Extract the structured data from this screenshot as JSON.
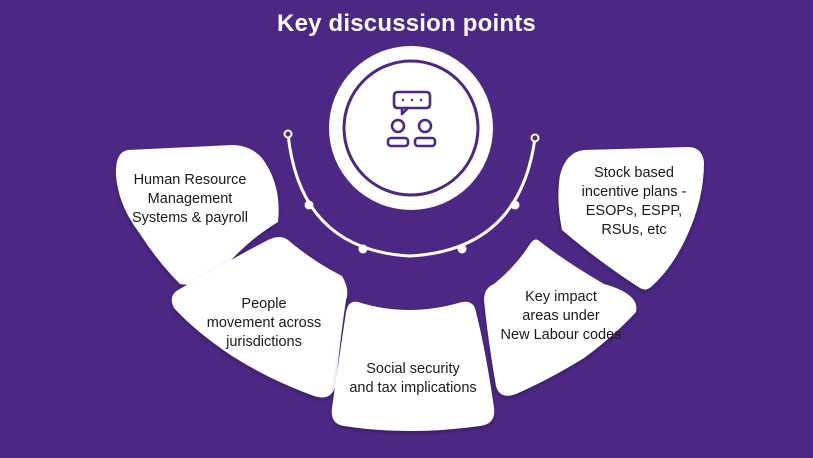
{
  "title": "Key discussion points",
  "colors": {
    "background": "#4c2784",
    "card": "#ffffff",
    "icon_stroke": "#4c2784",
    "text": "#1a1a1a"
  },
  "center_icon": "discussion-people-icon",
  "points": [
    {
      "lines": [
        "Human Resource",
        "Management",
        "Systems & payroll"
      ]
    },
    {
      "lines": [
        "People",
        "movement across",
        "jurisdictions"
      ]
    },
    {
      "lines": [
        "Social security",
        "and tax implications"
      ]
    },
    {
      "lines": [
        "Key impact",
        "areas under",
        "New Labour codes"
      ]
    },
    {
      "lines": [
        "Stock based",
        "incentive plans -",
        "ESOPs, ESPP,",
        "RSUs, etc"
      ]
    }
  ]
}
